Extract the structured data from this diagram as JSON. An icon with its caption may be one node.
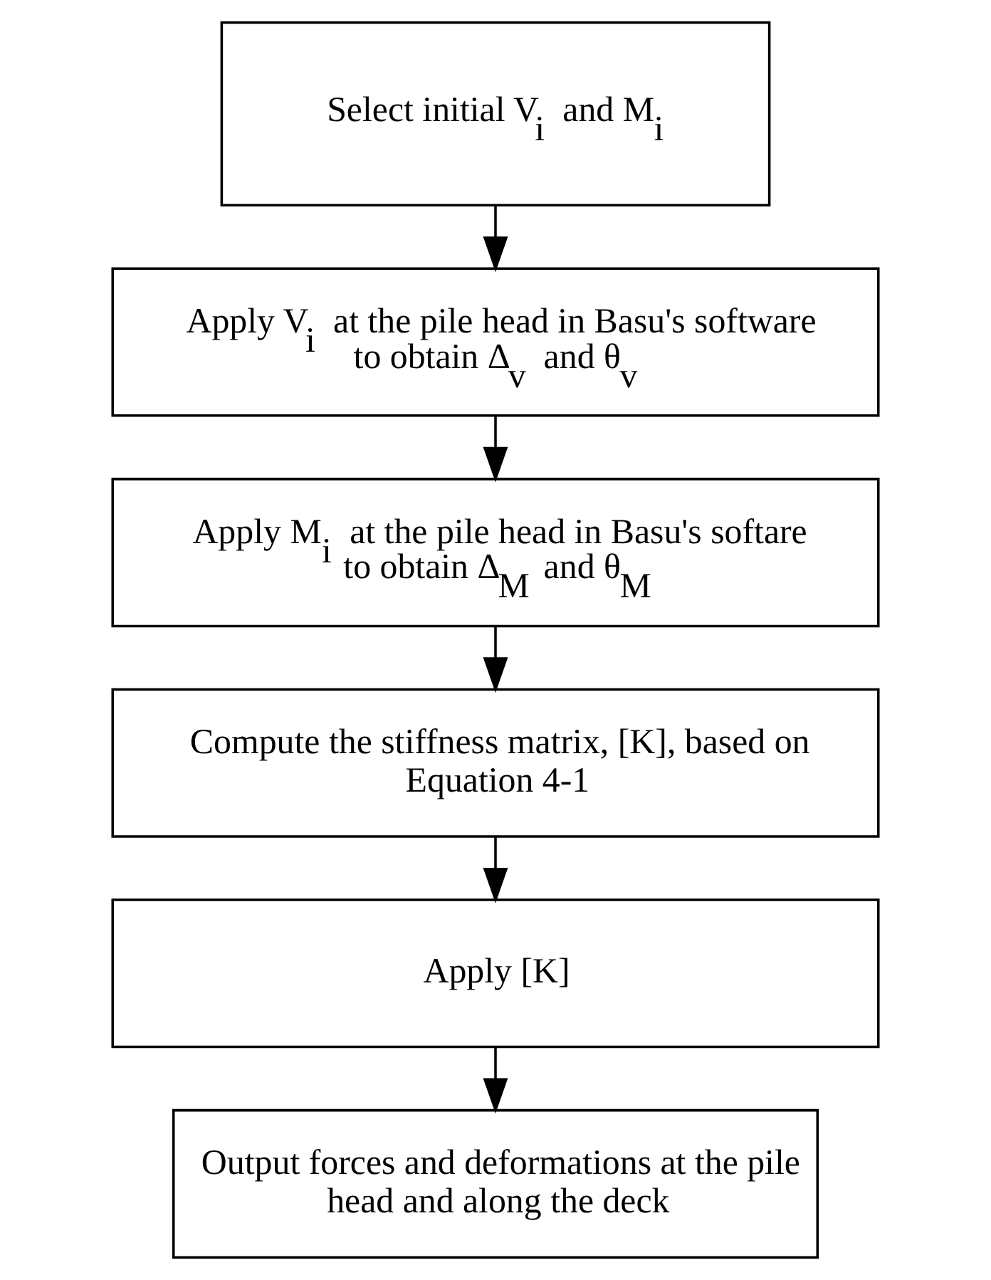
{
  "diagram": {
    "nodes": [
      {
        "text": [
          "Select initial V$_{i}$ and M$_{i}$"
        ]
      },
      {
        "text": [
          "Apply V$_{i}$ at the pile head in Basu's software to obtain Δ$_{v}$ and θ$_{v}$"
        ]
      },
      {
        "text": [
          "Apply M$_{i}$ at the pile head in Basu's softare to obtain Δ$_{M}$ and θ$_{M}$"
        ]
      },
      {
        "text": [
          "Compute the stiffness matrix, [K], based on Equation 4-1"
        ]
      },
      {
        "text": [
          "Apply [K]"
        ]
      },
      {
        "text": [
          "Output forces and deformations at the pile head and along the deck"
        ]
      }
    ],
    "edges": [
      {
        "from": 0,
        "to": 1,
        "arrow": "to"
      },
      {
        "from": 1,
        "to": 2,
        "arrow": "to"
      },
      {
        "from": 2,
        "to": 3,
        "arrow": "to"
      },
      {
        "from": 3,
        "to": 4,
        "arrow": "to"
      },
      {
        "from": 4,
        "to": 5,
        "arrow": "to"
      }
    ]
  }
}
